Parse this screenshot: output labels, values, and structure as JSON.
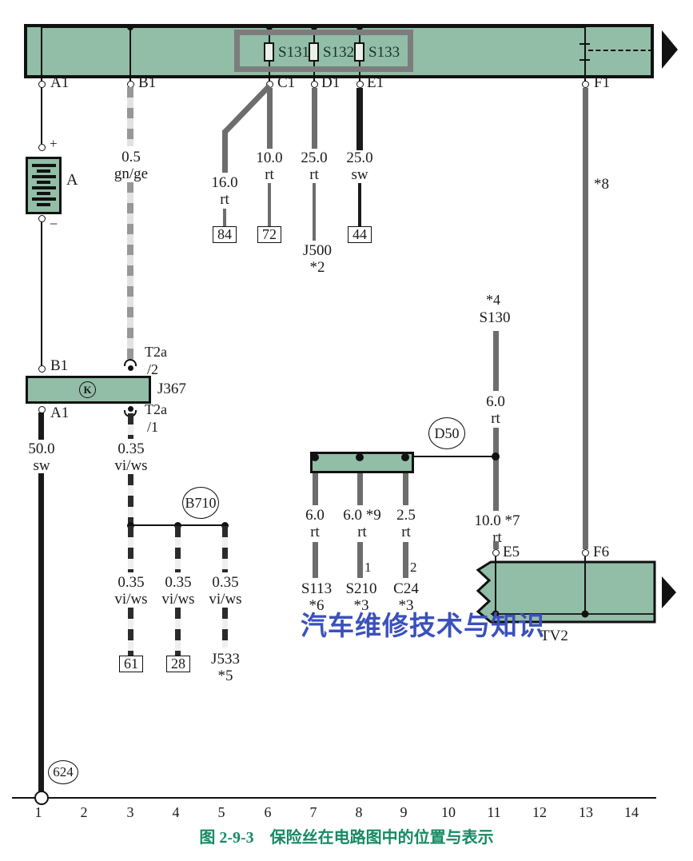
{
  "colors": {
    "panel_green": "#92bda7",
    "fusebox_gray": "#7d7d7d",
    "wire_gray": "#6d6d6d",
    "wire_black": "#1a1a1a",
    "caption_green": "#178a63",
    "watermark_blue": "#3a51bc"
  },
  "top_bar": {
    "terminals": {
      "a1": "A1",
      "b1": "B1",
      "c1": "C1",
      "d1": "D1",
      "e1": "E1",
      "f1": "F1"
    },
    "fuses": [
      {
        "label": "S131"
      },
      {
        "label": "S132"
      },
      {
        "label": "S133"
      }
    ]
  },
  "battery": {
    "plus": "+",
    "minus": "−",
    "label": "A"
  },
  "j367": {
    "label": "J367",
    "terminal_top": "B1",
    "terminal_bottom": "A1",
    "symbol": "K",
    "connector_top": {
      "name": "T2a",
      "pin": "/2"
    },
    "connector_bottom": {
      "name": "T2a",
      "pin": "/1"
    }
  },
  "wires": {
    "gnge": {
      "size": "0.5",
      "color": "gn/ge"
    },
    "w16": {
      "size": "16.0",
      "color": "rt",
      "terminal": "84"
    },
    "w10": {
      "size": "10.0",
      "color": "rt",
      "terminal": "72"
    },
    "w25rt": {
      "size": "25.0",
      "color": "rt",
      "dest": "J500",
      "note": "*2"
    },
    "w25sw": {
      "size": "25.0",
      "color": "sw",
      "terminal": "44"
    },
    "sw50": {
      "size": "50.0",
      "color": "sw"
    },
    "viws0": {
      "size": "0.35",
      "color": "vi/ws"
    },
    "viws1": {
      "size": "0.35",
      "color": "vi/ws",
      "terminal": "61"
    },
    "viws2": {
      "size": "0.35",
      "color": "vi/ws",
      "terminal": "28"
    },
    "viws3": {
      "size": "0.35",
      "color": "vi/ws",
      "dest": "J533",
      "note": "*5"
    },
    "w6": {
      "size": "6.0",
      "color": "rt"
    },
    "w10_7": {
      "size": "10.0 *7",
      "color": "rt"
    },
    "w8": {
      "note": "*8"
    },
    "d1": {
      "size": "6.0",
      "color": "rt",
      "dest": "S113",
      "note": "*6"
    },
    "d2": {
      "size": "6.0 *9",
      "color": "rt",
      "pin": "1",
      "dest": "S210",
      "note": "*3"
    },
    "d3": {
      "size": "2.5",
      "color": "rt",
      "pin": "2",
      "dest": "C24",
      "note": "*3"
    }
  },
  "nodes": {
    "b710": "B710",
    "d50": "D50",
    "s130": "S130",
    "s130_note": "*4",
    "e5": "E5",
    "f6": "F6",
    "tv2": "TV2",
    "ground": "624"
  },
  "ruler": [
    "1",
    "2",
    "3",
    "4",
    "5",
    "6",
    "7",
    "8",
    "9",
    "10",
    "11",
    "12",
    "13",
    "14"
  ],
  "caption": "图 2-9-3　保险丝在电路图中的位置与表示",
  "watermark": "汽车维修技术与知识"
}
